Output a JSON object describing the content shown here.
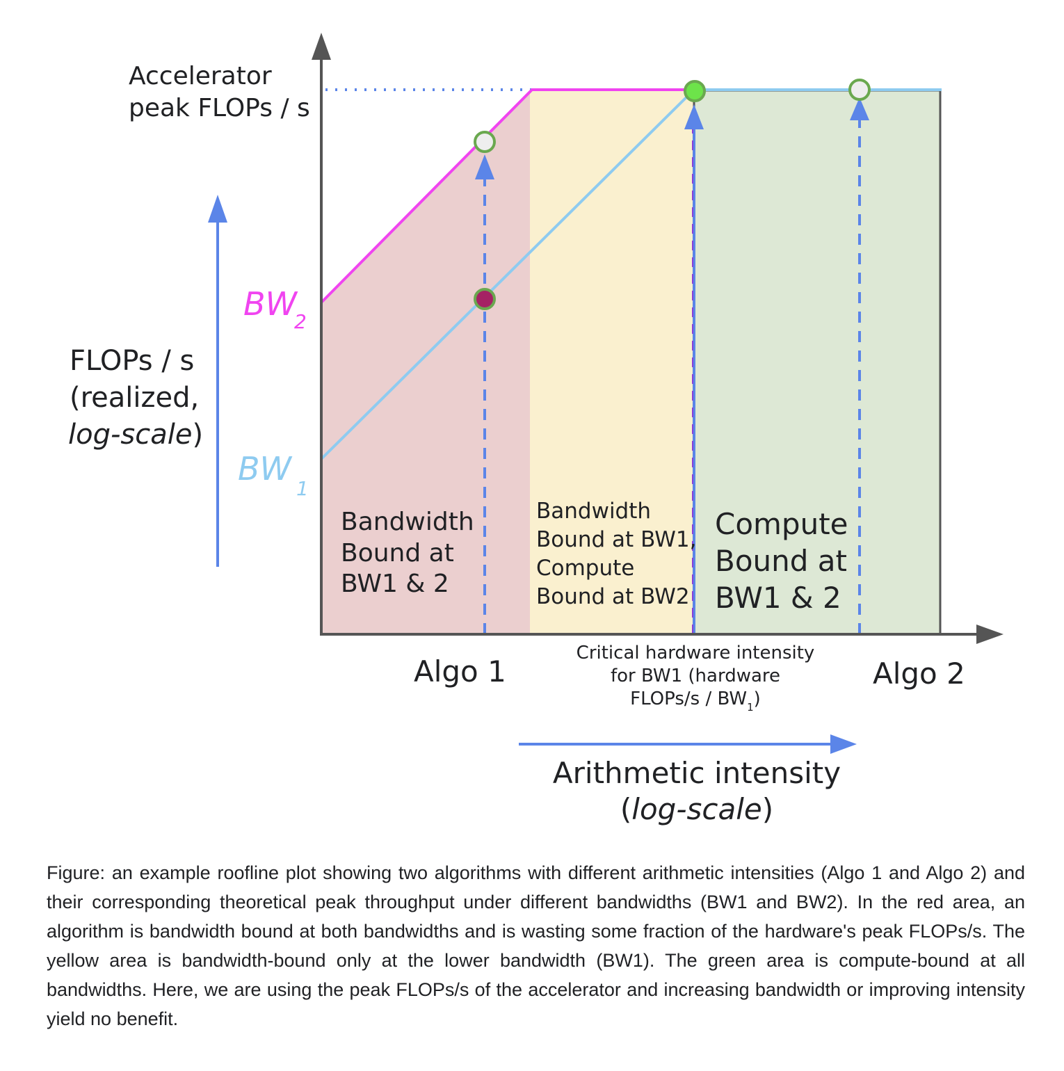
{
  "diagram": {
    "y_axis_top_label": [
      "Accelerator",
      "peak FLOPs / s"
    ],
    "y_axis_label": [
      "FLOPs / s",
      "(realized,",
      "log-scale",
      ")"
    ],
    "bw2_label": {
      "main": "BW",
      "sub": "2"
    },
    "bw1_label": {
      "main": "BW",
      "sub": "1"
    },
    "regions": {
      "red": [
        "Bandwidth",
        "Bound at",
        "BW1 & 2"
      ],
      "yellow": [
        "Bandwidth",
        "Bound at BW1,",
        "Compute",
        "Bound at BW2"
      ],
      "green": [
        "Compute",
        "Bound at",
        "BW1 & 2"
      ]
    },
    "algo1_label": "Algo 1",
    "algo2_label": "Algo 2",
    "critical_label": [
      "Critical hardware intensity",
      "for BW1 (hardware",
      "FLOPs/s / BW",
      "1",
      ")"
    ],
    "x_axis_label": [
      "Arithmetic intensity",
      "(",
      "log-scale",
      ")"
    ],
    "colors": {
      "bw2": "#f044f0",
      "bw1": "#8ecbf0",
      "arrow": "#5b85e8",
      "red_region": "#ebcfcf",
      "yellow_region": "#faf0cf",
      "green_region": "#dde8d5",
      "point_bw1_algo1": "#a52264",
      "point_peak": "#6de34a"
    }
  },
  "caption": {
    "lead": "Figure:",
    "text": " an example roofline plot showing two algorithms with different arithmetic intensities (Algo 1 and Algo 2) and their corresponding theoretical peak throughput under different bandwidths (BW1 and BW2). In the red area, an algorithm is bandwidth bound at both bandwidths and is wasting some fraction of the hardware's peak FLOPs/s. The yellow area is bandwidth-bound only at the lower bandwidth (BW1). The green area is compute-bound at all bandwidths. Here, we are using the peak FLOPs/s of the accelerator and increasing bandwidth or improving intensity yield no benefit."
  }
}
